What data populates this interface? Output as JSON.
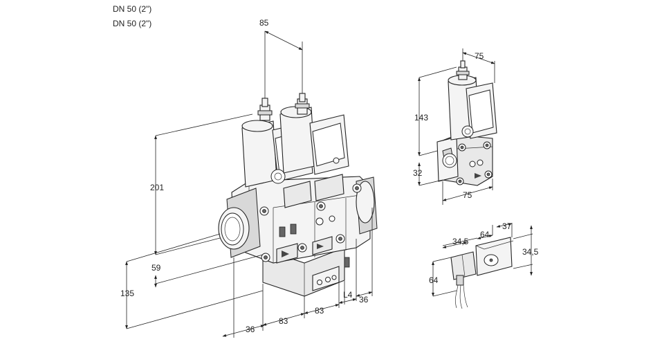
{
  "titles": [
    "DN 50 (2\")",
    "DN 50 (2\")"
  ],
  "dimensions": {
    "main": {
      "d85": "85",
      "d201": "201",
      "d59": "59",
      "d135": "135",
      "d36_left": "36",
      "d83_a": "83",
      "d83_b": "83",
      "dL4": "L4",
      "d36_right": "36"
    },
    "single_valve": {
      "d75_top": "75",
      "d143": "143",
      "d32": "32",
      "d75_bottom": "75"
    },
    "connector": {
      "d64_a": "64",
      "d37": "37",
      "d34_5_a": "34,5",
      "d34_5_b": "34,5",
      "d64_b": "64"
    }
  }
}
